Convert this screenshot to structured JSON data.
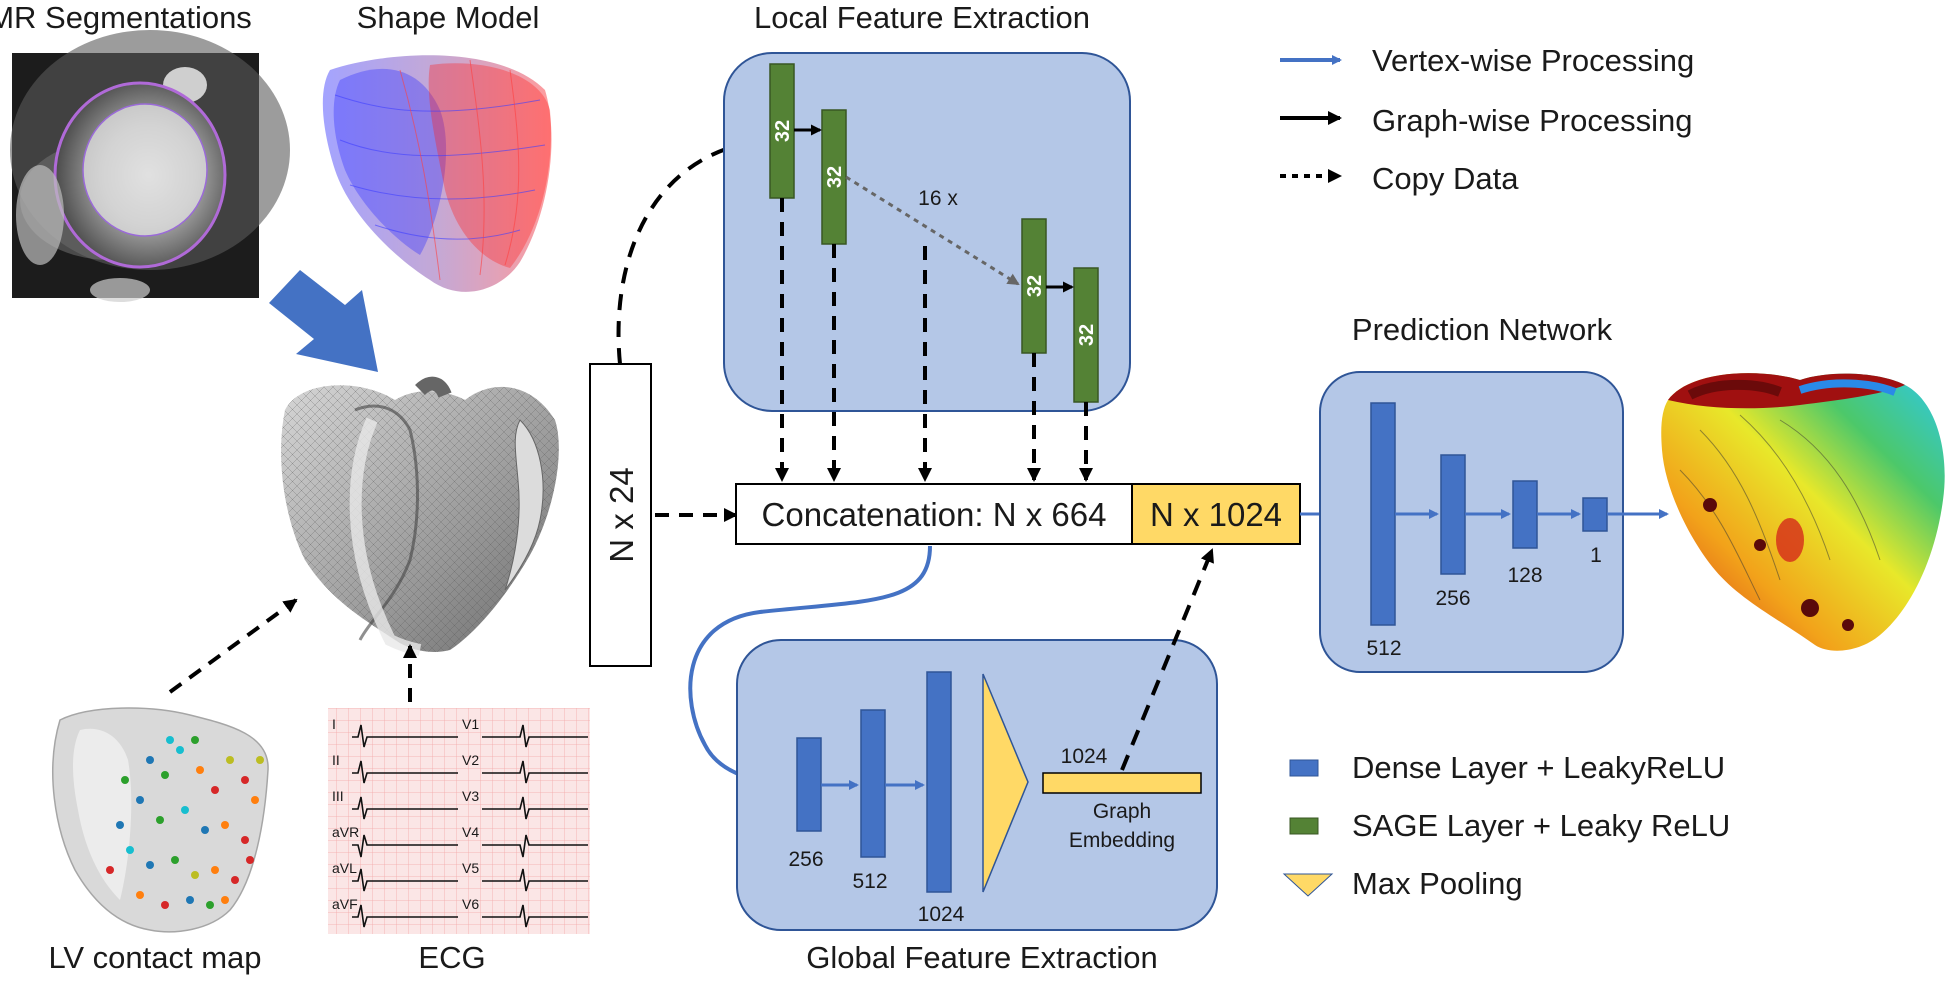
{
  "titles": {
    "mr_segmentations": "MR Segmentations",
    "shape_model": "Shape Model",
    "local_feature_extraction": "Local Feature Extraction",
    "global_feature_extraction": "Global Feature Extraction",
    "prediction_network": "Prediction Network",
    "lv_contact_map": "LV contact map",
    "ecg": "ECG"
  },
  "legend_arrows": [
    {
      "label": "Vertex-wise Processing",
      "color": "#4472c4",
      "style": "solid"
    },
    {
      "label": "Graph-wise Processing",
      "color": "#000000",
      "style": "solid"
    },
    {
      "label": "Copy Data",
      "color": "#000000",
      "style": "dotted"
    }
  ],
  "legend_layers": [
    {
      "label": "Dense Layer + LeakyReLU",
      "color": "#4472c4",
      "shape": "rect"
    },
    {
      "label": "SAGE Layer + Leaky ReLU",
      "color": "#548235",
      "shape": "rect"
    },
    {
      "label": "Max Pooling",
      "color": "#ffd966",
      "shape": "triangle"
    }
  ],
  "input_box": {
    "label": "N x 24"
  },
  "concatenation": {
    "label": "Concatenation: N x 664",
    "embedding_label": "N x 1024"
  },
  "local_layers": {
    "units": [
      "32",
      "32",
      "32",
      "32"
    ],
    "repeat": "16 x"
  },
  "global_layers": {
    "units": [
      "256",
      "512",
      "1024"
    ]
  },
  "graph_embedding": {
    "size": "1024",
    "caption_line1": "Graph",
    "caption_line2": "Embedding"
  },
  "prediction_layers": {
    "units": [
      "512",
      "256",
      "128",
      "1"
    ]
  },
  "ecg_leads": [
    "I",
    "II",
    "III",
    "aVR",
    "aVL",
    "aVF",
    "V1",
    "V2",
    "V3",
    "V4",
    "V5",
    "V6"
  ],
  "colors": {
    "panel_fill": "#b4c7e7",
    "panel_stroke": "#2f5597",
    "dense": "#4472c4",
    "sage": "#548235",
    "pooling": "#ffd966",
    "ecg_paper": "#fbe6e6",
    "ecg_grid": "#f3a7a7"
  }
}
